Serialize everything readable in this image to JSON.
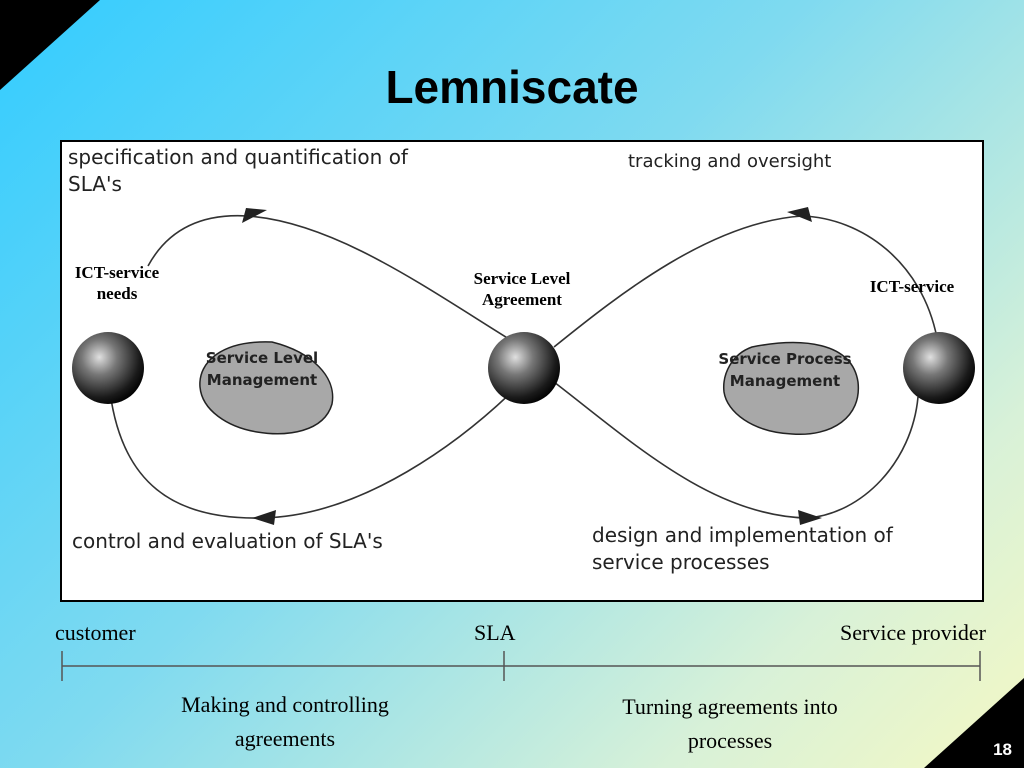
{
  "slide": {
    "title": "Lemniscate",
    "page_number": "18"
  },
  "diagram": {
    "top_left_label": "specification and quantification of SLA's",
    "top_right_label": "tracking and oversight",
    "bottom_left_label": "control and evaluation of SLA's",
    "bottom_right_label": "design and implementation of service processes",
    "left_node_label": "ICT-service needs",
    "center_node_label": "Service Level Agreement",
    "right_node_label": "ICT-service",
    "left_drop_label": "Service Level Management",
    "right_drop_label": "Service Process Management"
  },
  "timeline": {
    "left_label": "customer",
    "center_label": "SLA",
    "right_label": "Service provider",
    "left_caption": "Making and controlling agreements",
    "right_caption": "Turning agreements into processes"
  }
}
